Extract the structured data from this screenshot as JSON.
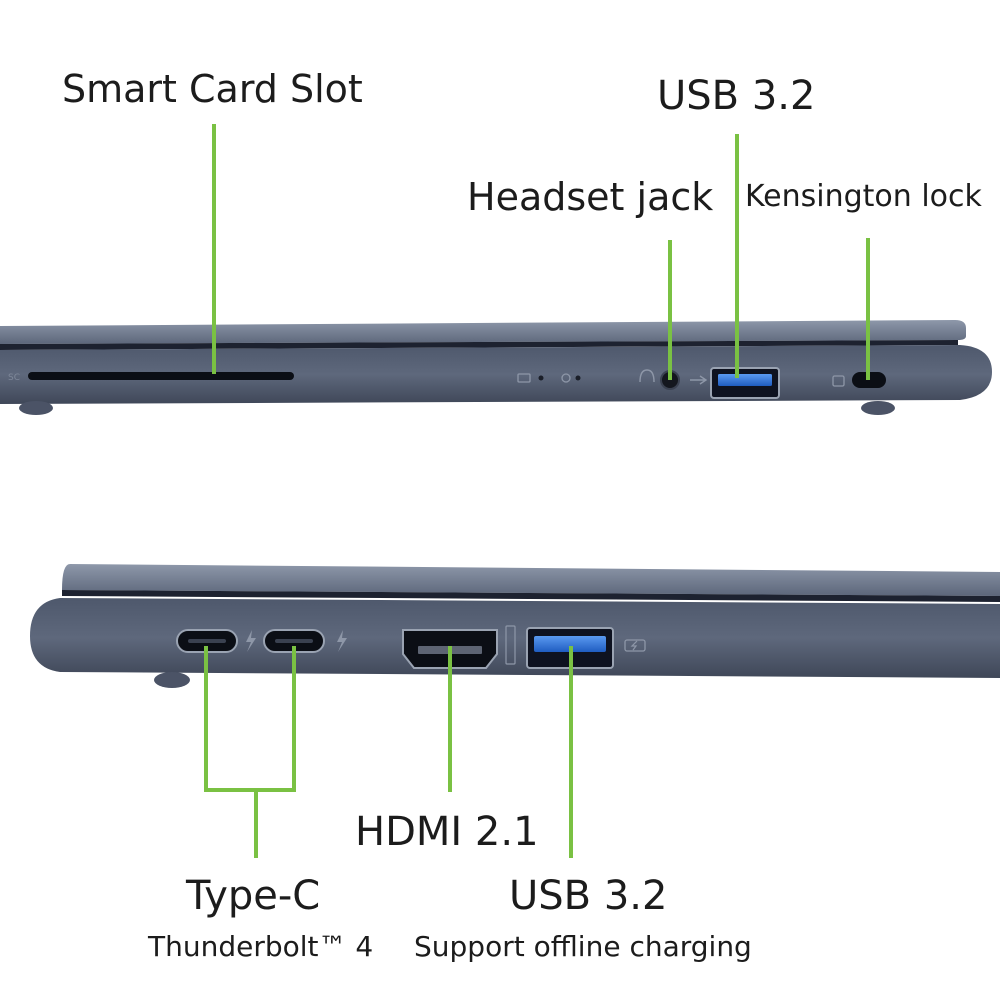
{
  "labels": {
    "smart_card_slot": "Smart Card Slot",
    "usb_top": "USB 3.2",
    "headset_jack": "Headset jack",
    "kensington_lock": "Kensington lock",
    "type_c": "Type-C",
    "thunderbolt": "Thunderbolt™ 4",
    "hdmi": "HDMI 2.1",
    "usb_bottom": "USB 3.2",
    "usb_bottom_sub": "Support offline charging"
  },
  "colors": {
    "leader": "#7ac143",
    "chassis": "#5a6478",
    "chassis_dark": "#2e3444",
    "usb_port": "#2f6fd0",
    "background": "#ffffff"
  },
  "icons": [
    "battery-led-icon",
    "power-led-icon",
    "headset-icon",
    "usb-symbol-icon",
    "lock-icon",
    "thunderbolt-icon",
    "hdmi-logo-icon",
    "charging-battery-icon"
  ]
}
